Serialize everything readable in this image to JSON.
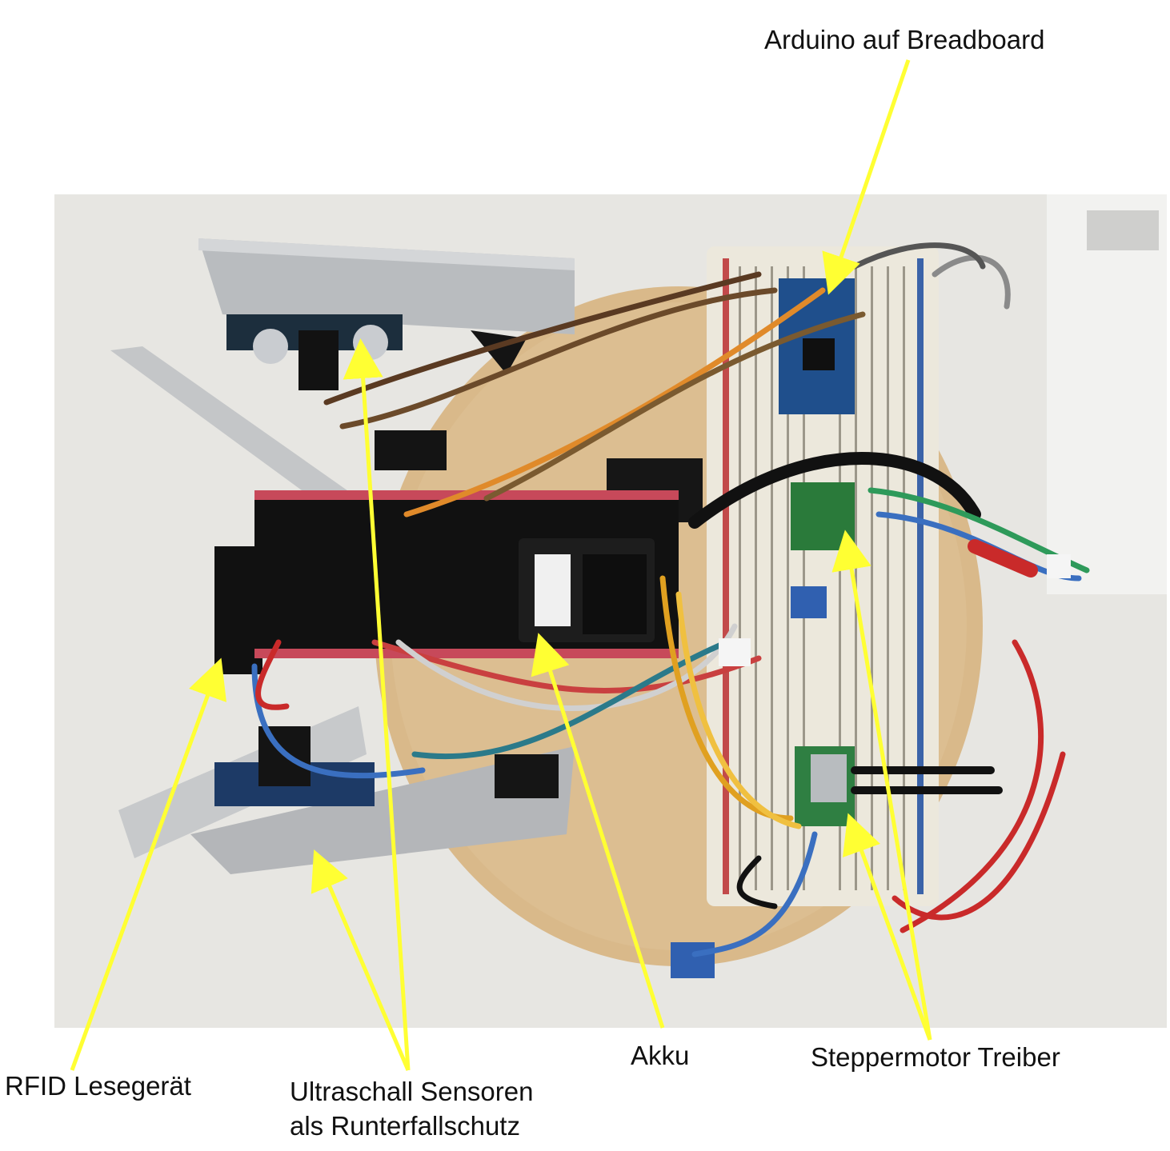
{
  "labels": {
    "arduino": "Arduino auf Breadboard",
    "rfid": "RFID Lesegerät",
    "ultrasonic_line1": "Ultraschall Sensoren",
    "ultrasonic_line2": "als Runterfallschutz",
    "akku": "Akku",
    "stepper": "Steppermotor Treiber"
  },
  "colors": {
    "arrow": "#ffff33",
    "wood": "#d9b98a",
    "breadboard": "#ece8dc",
    "table": "#e7e6e2"
  }
}
